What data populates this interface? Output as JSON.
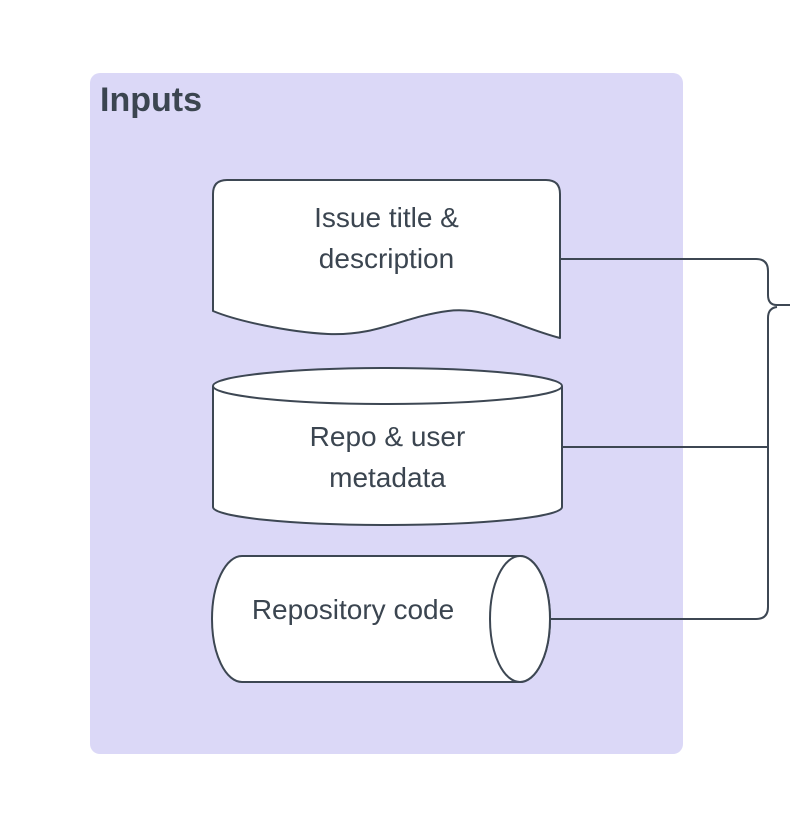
{
  "diagram": {
    "background_color": "#ffffff",
    "container": {
      "title": "Inputs",
      "fill_color": "#dbd8f7"
    },
    "nodes": [
      {
        "id": "issue-title-description",
        "shape": "document",
        "lines": [
          "Issue title &",
          "description"
        ]
      },
      {
        "id": "repo-user-metadata",
        "shape": "database-cylinder",
        "lines": [
          "Repo & user",
          "metadata"
        ]
      },
      {
        "id": "repository-code",
        "shape": "direct-data-cylinder",
        "lines": [
          "Repository code"
        ]
      }
    ],
    "connectors": [
      {
        "from": "issue-title-description",
        "to": "merge-point-right-edge"
      },
      {
        "from": "repo-user-metadata",
        "to": "merge-point-right-edge"
      },
      {
        "from": "repository-code",
        "to": "merge-point-right-edge"
      }
    ],
    "colors": {
      "stroke": "#3d4753",
      "text": "#3b4550",
      "node_fill": "#ffffff"
    }
  }
}
